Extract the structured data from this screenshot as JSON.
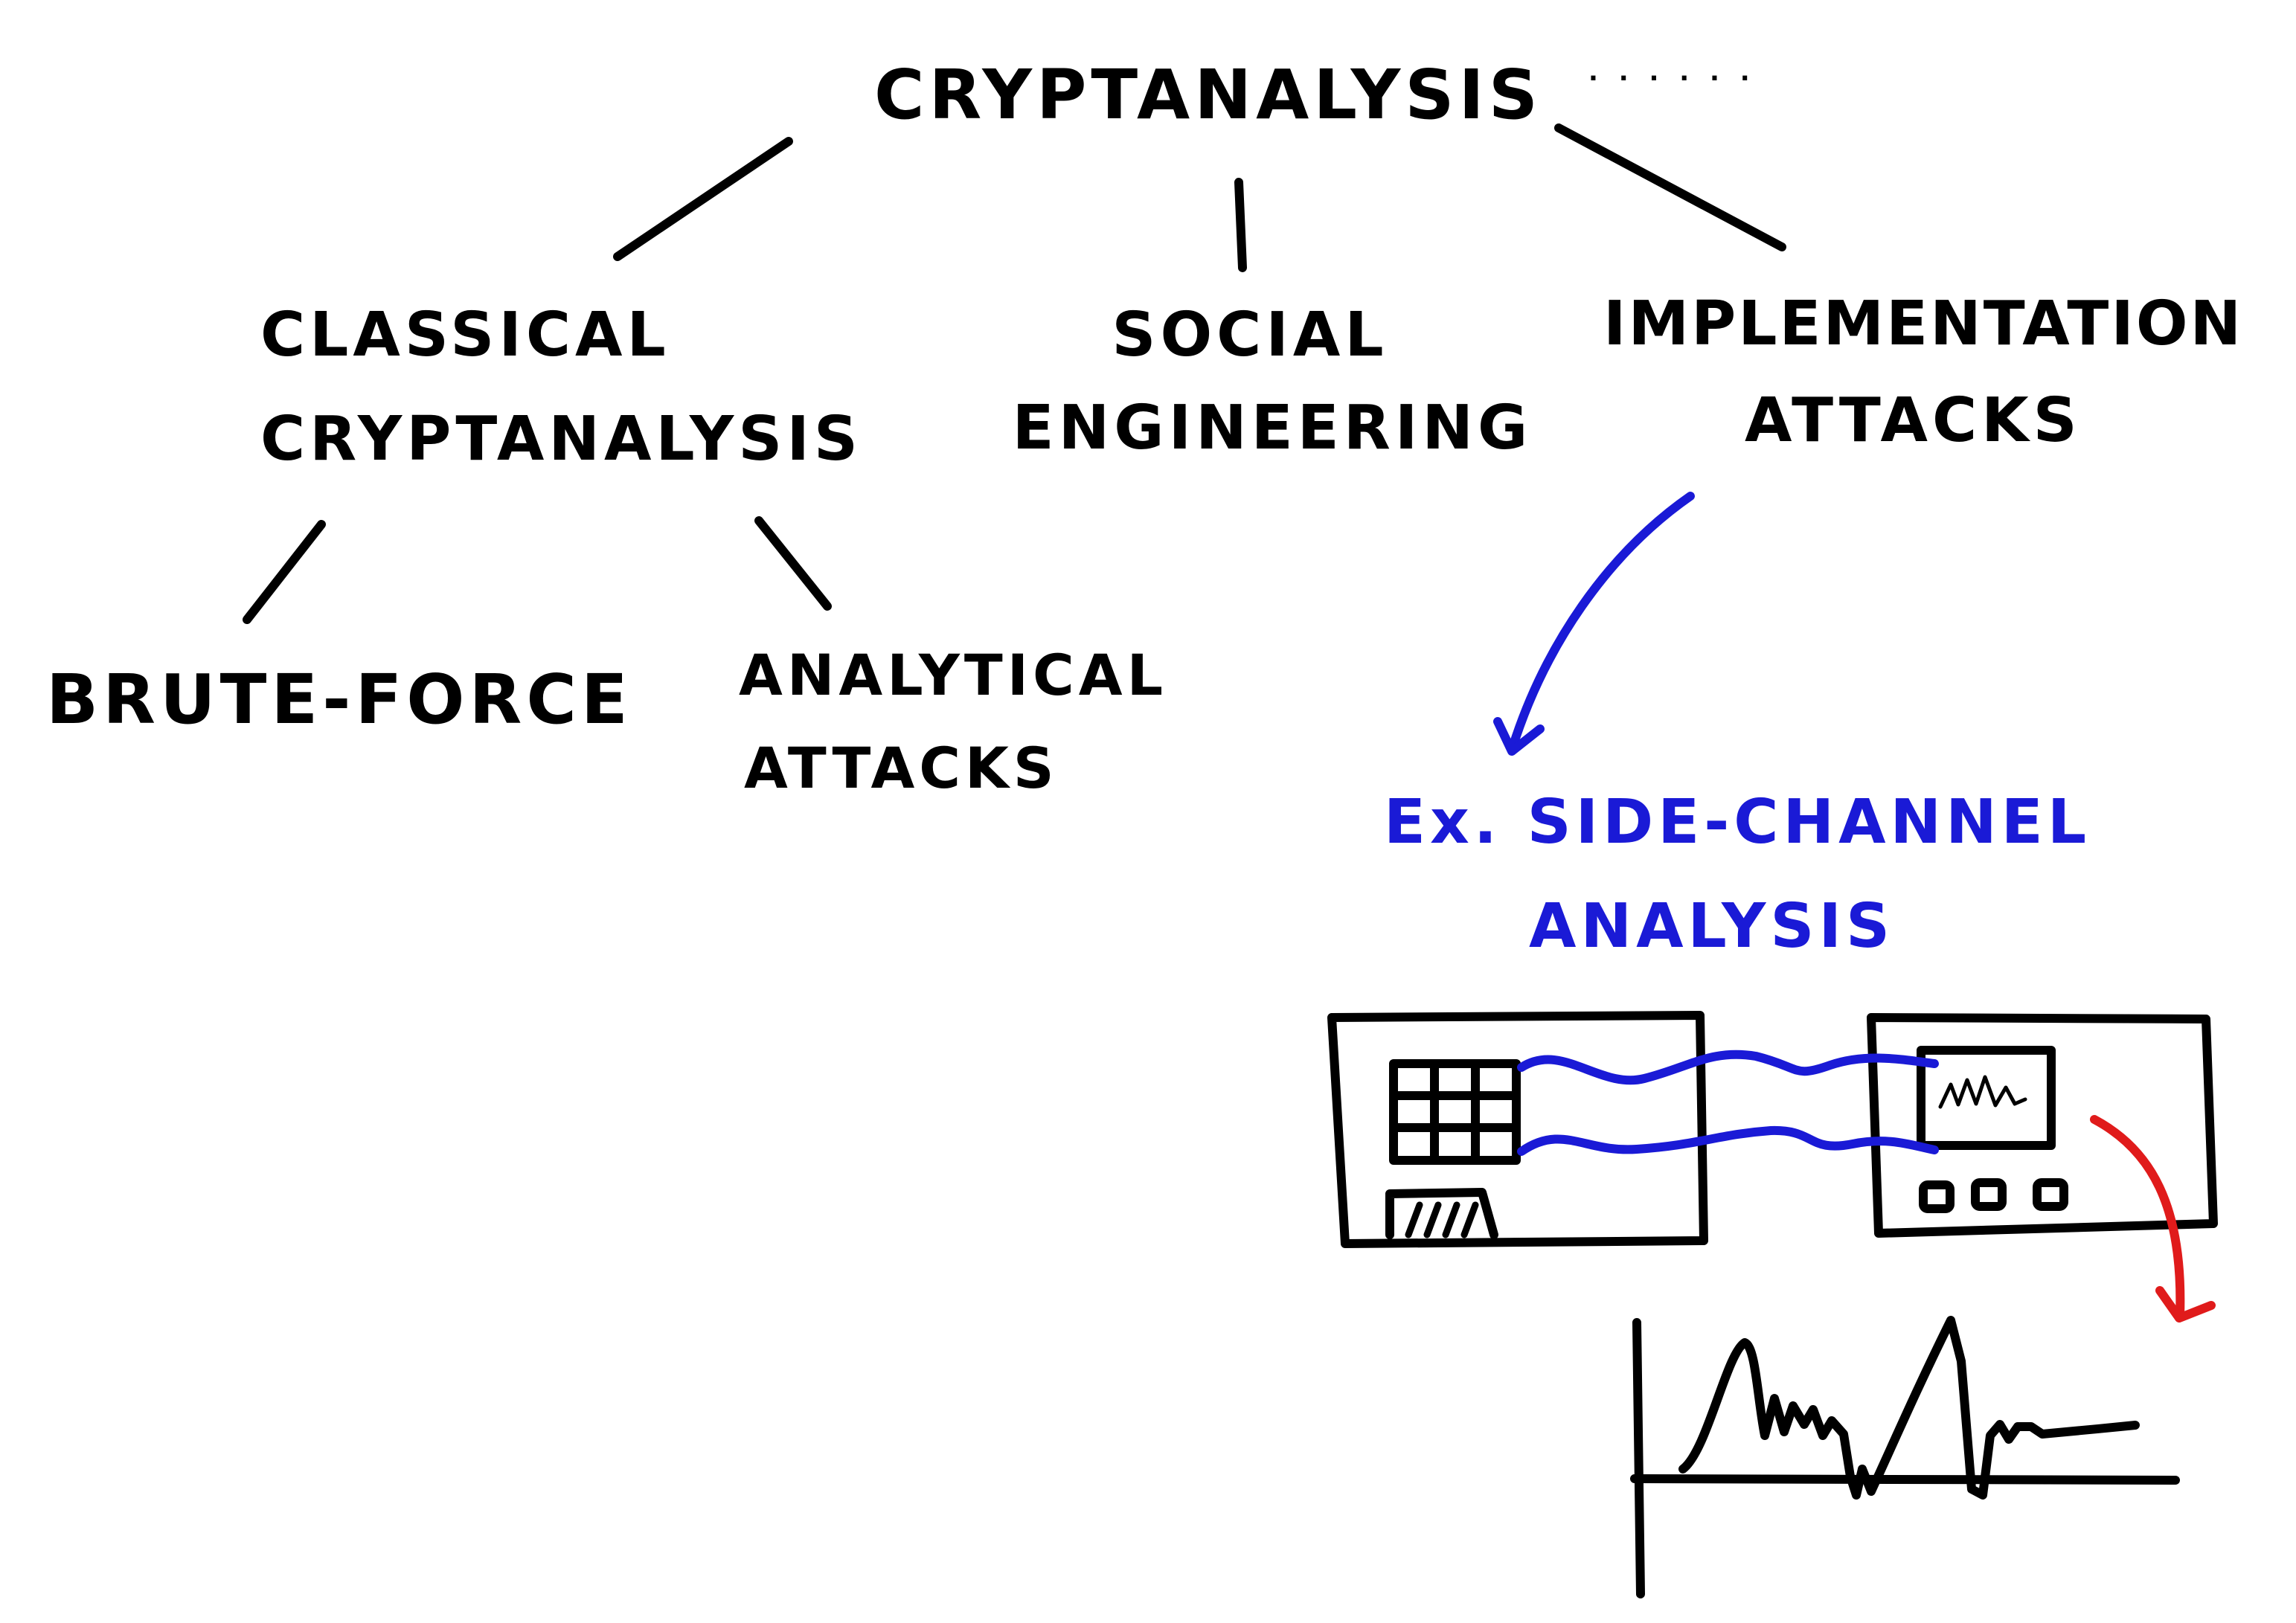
{
  "nodes": {
    "root": {
      "label": "CRYPTANALYSIS",
      "ellipsis": ". . . . . ."
    },
    "classical": {
      "line1": "CLASSICAL",
      "line2": "CRYPTANALYSIS"
    },
    "social": {
      "line1": "SOCIAL",
      "line2": "ENGINEERING"
    },
    "implementation": {
      "line1": "IMPLEMENTATION",
      "line2": "ATTACKS"
    },
    "brute_force": {
      "label": "BRUTE-FORCE"
    },
    "analytical": {
      "line1": "ANALYTICAL",
      "line2": "ATTACKS"
    },
    "side_channel": {
      "line1": "Ex. SIDE-CHANNEL",
      "line2": "ANALYSIS"
    }
  },
  "colors": {
    "ink": "#000000",
    "example": "#1a1ad6",
    "probe_wires": "#1a1ad6",
    "trace_arrow": "#e01b1b"
  },
  "illustration": {
    "device": "circuit-board-icon",
    "instrument": "oscilloscope-icon",
    "trace": "power-trace-icon"
  }
}
